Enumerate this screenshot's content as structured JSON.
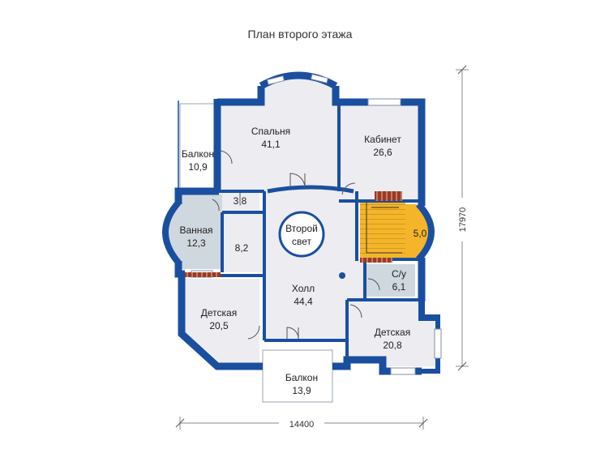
{
  "title": "План второго этажа",
  "colors": {
    "wall": "#1a4fa0",
    "room": "#ececf1",
    "balcony": "#ffffff",
    "bath": "#cfd8de",
    "stairs": "#f4b52a",
    "brick": "#9a3a26"
  },
  "rooms": [
    {
      "id": "bedroom",
      "name": "Спальня",
      "area": "41,1"
    },
    {
      "id": "study",
      "name": "Кабинет",
      "area": "26,6"
    },
    {
      "id": "balcony-left",
      "name": "Балкон",
      "area": "10,9"
    },
    {
      "id": "bathroom",
      "name": "Ванная",
      "area": "12,3"
    },
    {
      "id": "second-light",
      "name": "Второй",
      "area": "свет"
    },
    {
      "id": "hall",
      "name": "Холл",
      "area": "44,4"
    },
    {
      "id": "wc",
      "name": "С/у",
      "area": "6,1"
    },
    {
      "id": "kids-left",
      "name": "Детская",
      "area": "20,5"
    },
    {
      "id": "kids-right",
      "name": "Детская",
      "area": "20,8"
    },
    {
      "id": "balcony-bottom",
      "name": "Балкон",
      "area": "13,9"
    }
  ],
  "small_areas": {
    "closet": "3,8",
    "storage": "8,2",
    "stairs": "5,0"
  },
  "dimensions": {
    "width": "14400",
    "height": "17970"
  }
}
